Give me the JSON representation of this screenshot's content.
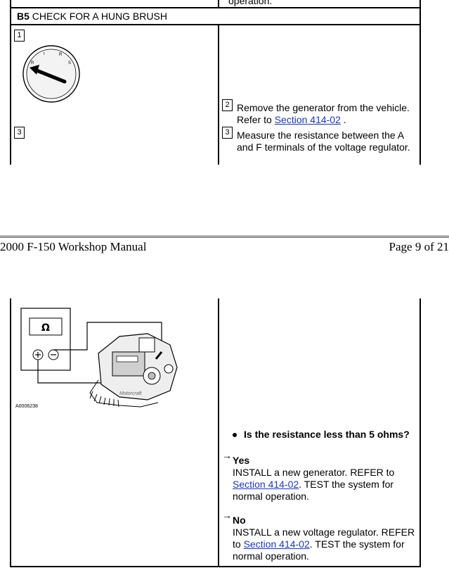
{
  "top_section": {
    "prev_text_tail": "operation.",
    "header_label": "B5",
    "header_title": "CHECK FOR A HUNG BRUSH",
    "step1_number": "1",
    "step3_left_number": "3",
    "step2_number": "2",
    "step2_text": "Remove the generator from the vehicle. Refer to",
    "step2_link": "Section 414-02",
    "step2_after": ".",
    "step3_number": "3",
    "step3_text": "Measure the resistance between the A and F terminals of the voltage regulator."
  },
  "page_footer": {
    "title": "2000 F-150 Workshop Manual",
    "page": "Page 9 of 21"
  },
  "bottom_section": {
    "figure_id": "A0006238",
    "meter_symbol": "Ω",
    "generator_brand": "Motorcraft",
    "question": "Is the resistance less than 5 ohms?",
    "yes_label": "Yes",
    "yes_text_1": "INSTALL a new generator. REFER to",
    "yes_link": "Section 414-02",
    "yes_text_2": ". TEST the system for normal operation.",
    "no_label": "No",
    "no_text_1": "INSTALL a new voltage regulator. REFER to",
    "no_link": "Section 414-02",
    "no_text_2": ". TEST the system for normal operation.",
    "arrow_glyph": "→"
  }
}
